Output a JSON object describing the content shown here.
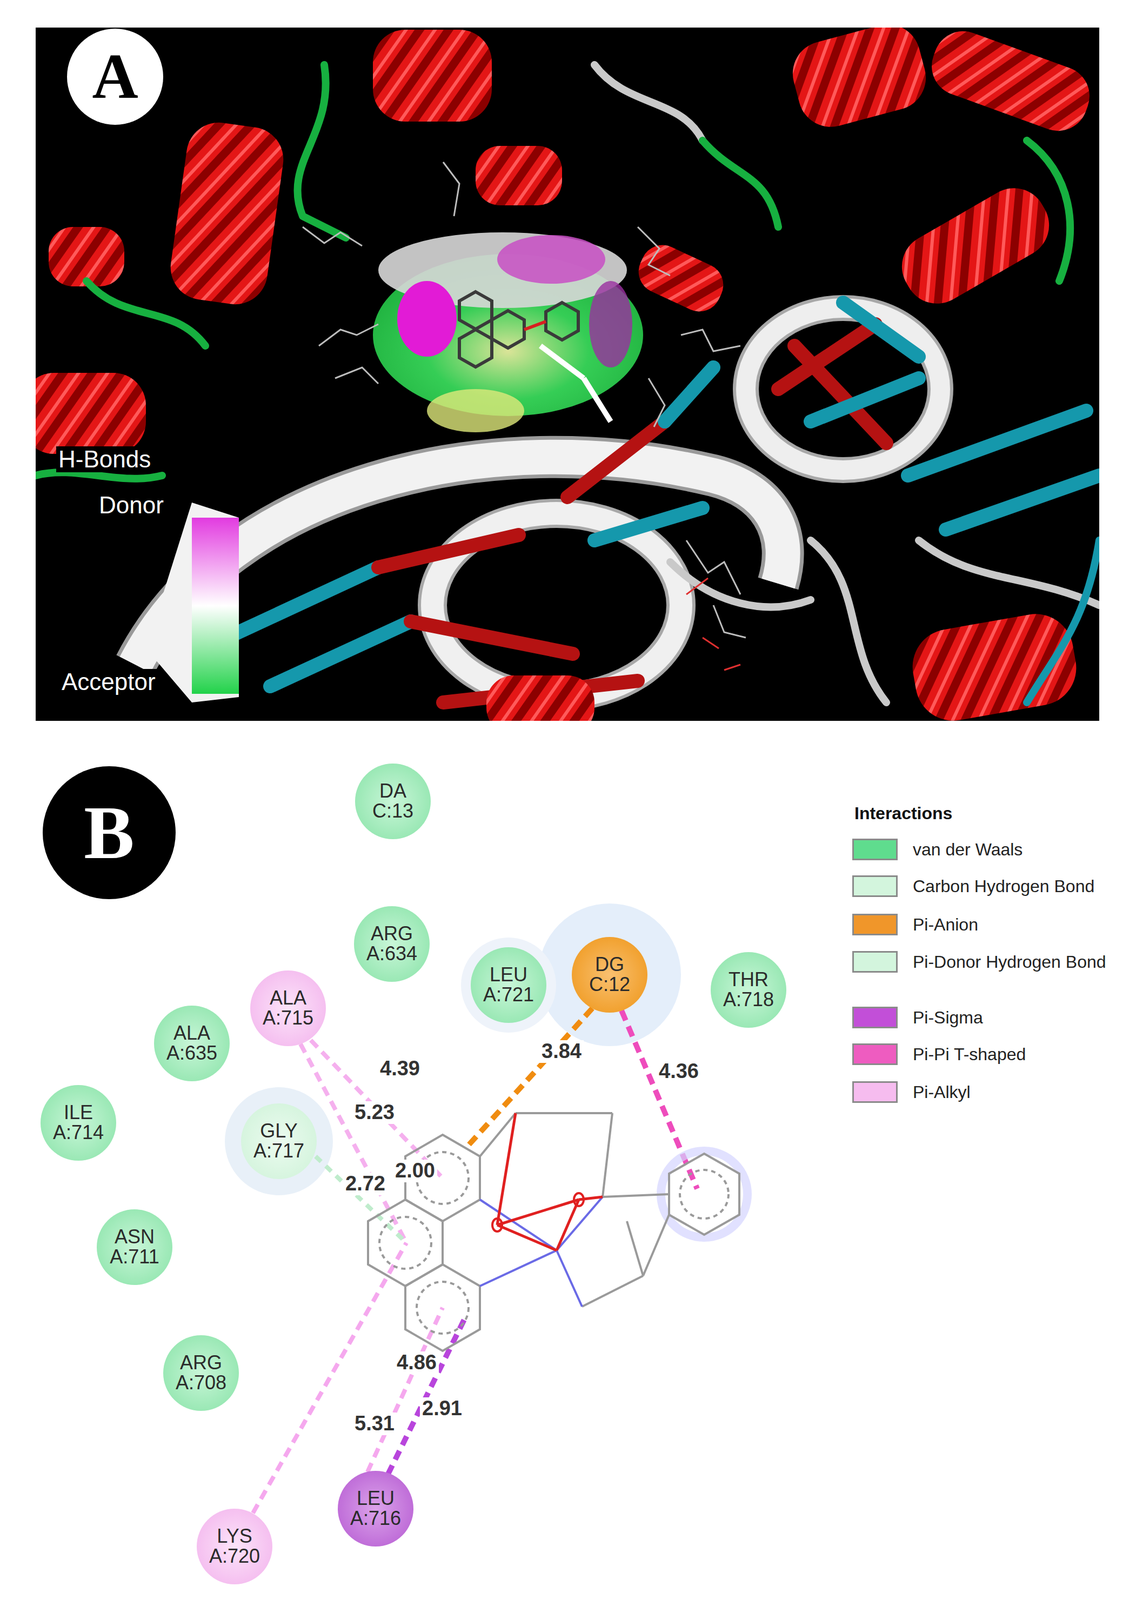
{
  "diagram": {
    "nodes": [
      {
        "text": [
          "A"
        ]
      },
      {
        "text": [
          "B"
        ]
      },
      {
        "text": [
          "DA C:13"
        ]
      },
      {
        "text": [
          "ARG A:634"
        ]
      },
      {
        "text": [
          "ALA A:715"
        ]
      },
      {
        "text": [
          "LEU A:721"
        ]
      },
      {
        "text": [
          "DG C:12"
        ]
      },
      {
        "text": [
          "THR A:718"
        ]
      },
      {
        "text": [
          "ALA A:635"
        ]
      },
      {
        "text": [
          "ILE A:714"
        ]
      },
      {
        "text": [
          "GLY A:717"
        ]
      },
      {
        "text": [
          "ASN A:711"
        ]
      },
      {
        "text": [
          "ARG A:708"
        ]
      },
      {
        "text": [
          "LEU A:716"
        ]
      },
      {
        "text": [
          "LYS A:720"
        ]
      }
    ],
    "labels": [
      "H-Bonds",
      "Donor",
      "Acceptor",
      "Interactions",
      "4.39",
      "3.84",
      "4.36",
      "5.23",
      "2.00",
      "2.72",
      "4.86",
      "2.91",
      "5.31"
    ],
    "legend": [
      {
        "text": "van der Waals",
        "color": "#5fdc8e"
      },
      {
        "text": "Carbon Hydrogen Bond",
        "color": "#d3f5dd"
      },
      {
        "text": "Pi-Anion",
        "color": "#f0962a"
      },
      {
        "text": "Pi-Donor Hydrogen Bond",
        "color": "#d3f5dd"
      },
      {
        "text": "Pi-Sigma",
        "color": "#c24fd8"
      },
      {
        "text": "Pi-Pi T-shaped",
        "color": "#ee5cc0"
      },
      {
        "text": "Pi-Alkyl",
        "color": "#f6bcef"
      }
    ]
  }
}
